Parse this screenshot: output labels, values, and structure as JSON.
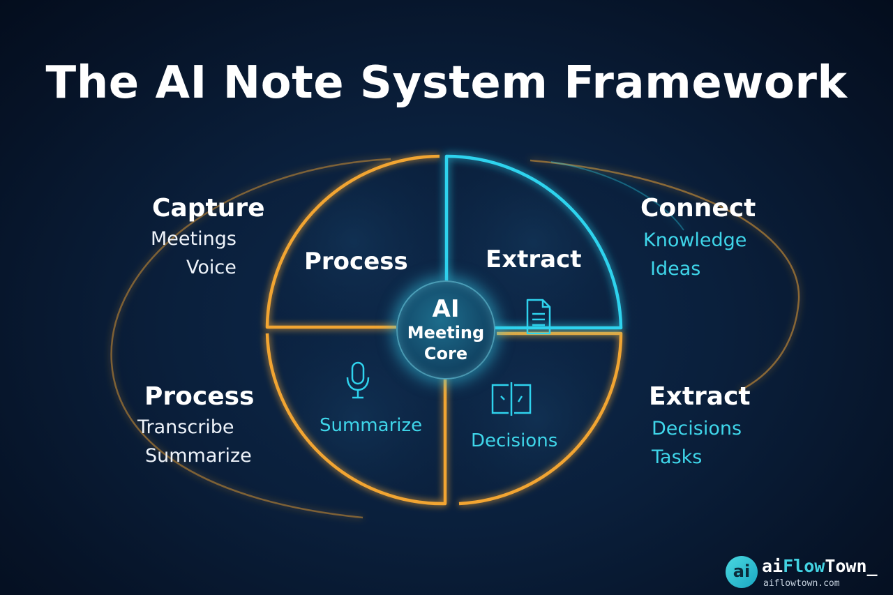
{
  "title": "The AI Note System Framework",
  "colors": {
    "orange": "#f2a533",
    "cyan": "#2fd3ee",
    "background": "#0a1f3b",
    "accent_text": "#3fd6ea"
  },
  "core": {
    "line1": "AI",
    "line2": "Meeting",
    "line3": "Core"
  },
  "quadrants": {
    "top_left": {
      "label": "Process"
    },
    "top_right": {
      "label": "Extract",
      "icon": "document-icon"
    },
    "bottom_left": {
      "label": "Summarize",
      "icon": "microphone-icon"
    },
    "bottom_right": {
      "label": "Decisions",
      "icon": "split-panel-icon"
    }
  },
  "sides": {
    "capture": {
      "title": "Capture",
      "items": [
        "Meetings",
        "Voice"
      ]
    },
    "connect": {
      "title": "Connect",
      "items": [
        "Knowledge",
        "Ideas"
      ]
    },
    "process": {
      "title": "Process",
      "items": [
        "Transcribe",
        "Summarize"
      ]
    },
    "extract": {
      "title": "Extract",
      "items": [
        "Decisions",
        "Tasks"
      ]
    }
  },
  "logo": {
    "badge": "ai",
    "name_prefix": "ai",
    "name_accent": "Flow",
    "name_suffix": "Town_",
    "url": "aiflowtown.com"
  }
}
